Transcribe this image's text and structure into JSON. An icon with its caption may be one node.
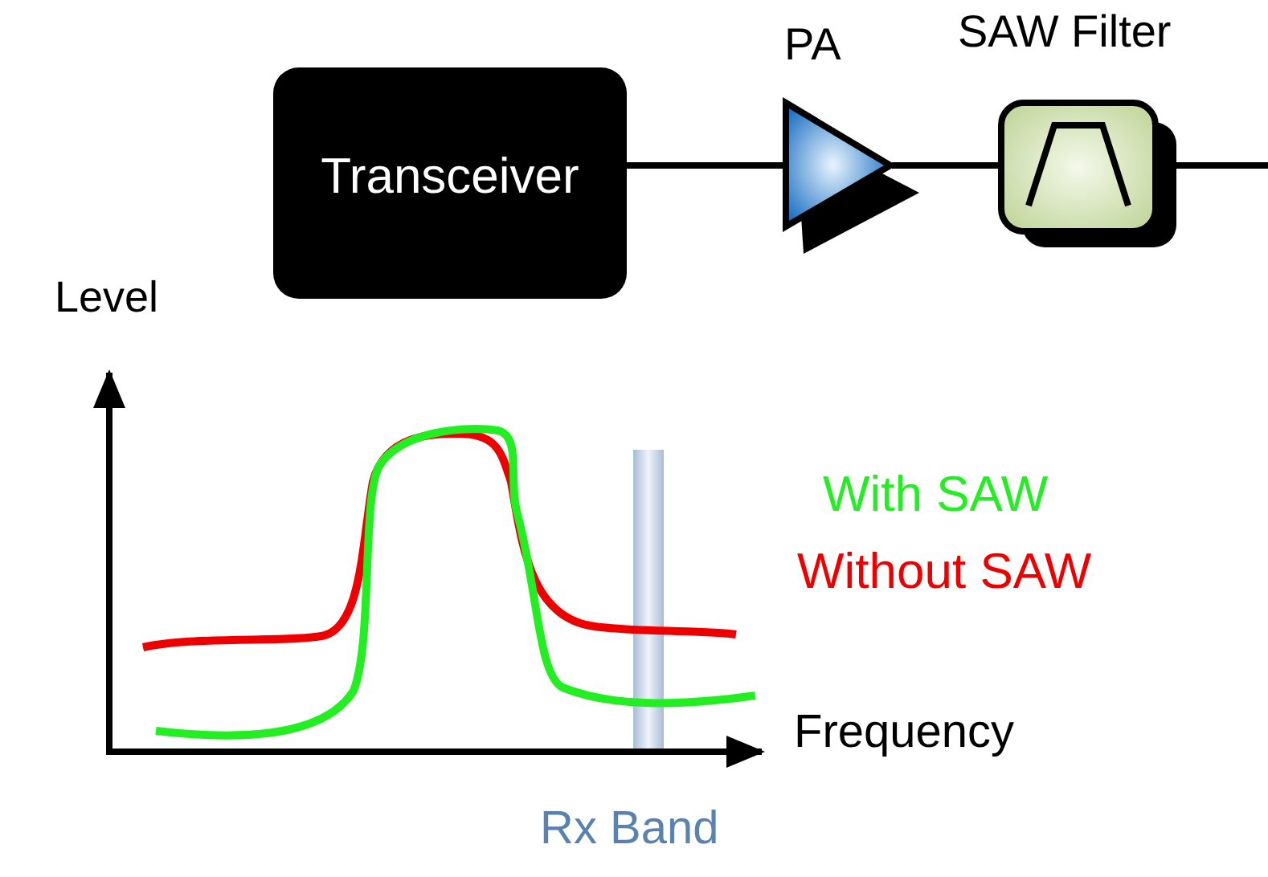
{
  "diagram": {
    "nodes": [
      {
        "text": [
          "Transceiver"
        ]
      },
      {
        "text": [
          "PA"
        ]
      },
      {
        "text": [
          "SAW Filter"
        ]
      }
    ],
    "edges": [
      {
        "from": 0,
        "to": 1,
        "arrow": "none"
      },
      {
        "from": 1,
        "to": 2,
        "arrow": "none"
      },
      {
        "from": 2,
        "to": null,
        "arrow": "none"
      }
    ],
    "labels": [
      "Level",
      "With SAW",
      "Without SAW",
      "Frequency",
      "Rx Band"
    ]
  }
}
